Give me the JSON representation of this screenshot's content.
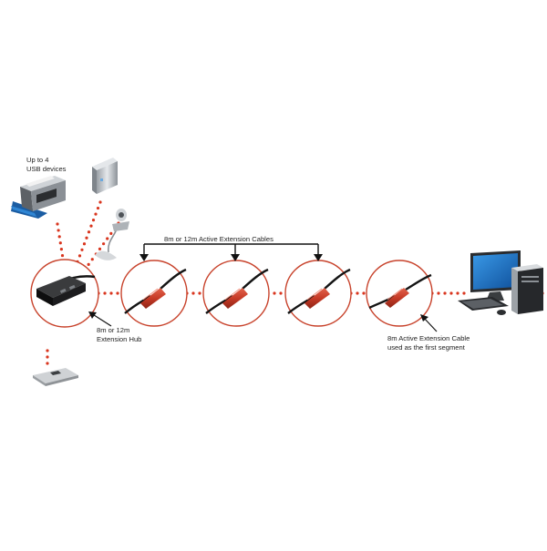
{
  "labels": {
    "devices_line1": "Up to 4",
    "devices_line2": "USB devices",
    "hub_line1": "8m or 12m",
    "hub_line2": "Extension Hub",
    "cables": "8m or 12m Active Extension Cables",
    "first_line1": "8m Active Extension Cable",
    "first_line2": "used as the first segment"
  },
  "colors": {
    "dot": "#d9351e",
    "ring": "#c8432c",
    "cable": "#141414",
    "extender": "#c63a26",
    "arrow": "#111111",
    "monitor_screen": "#1d74c7"
  },
  "icons": [
    "printer-icon",
    "external-drive-icon",
    "webcam-icon",
    "hub-icon",
    "extension-cable-icon",
    "desktop-computer-icon",
    "device-pad-icon"
  ]
}
